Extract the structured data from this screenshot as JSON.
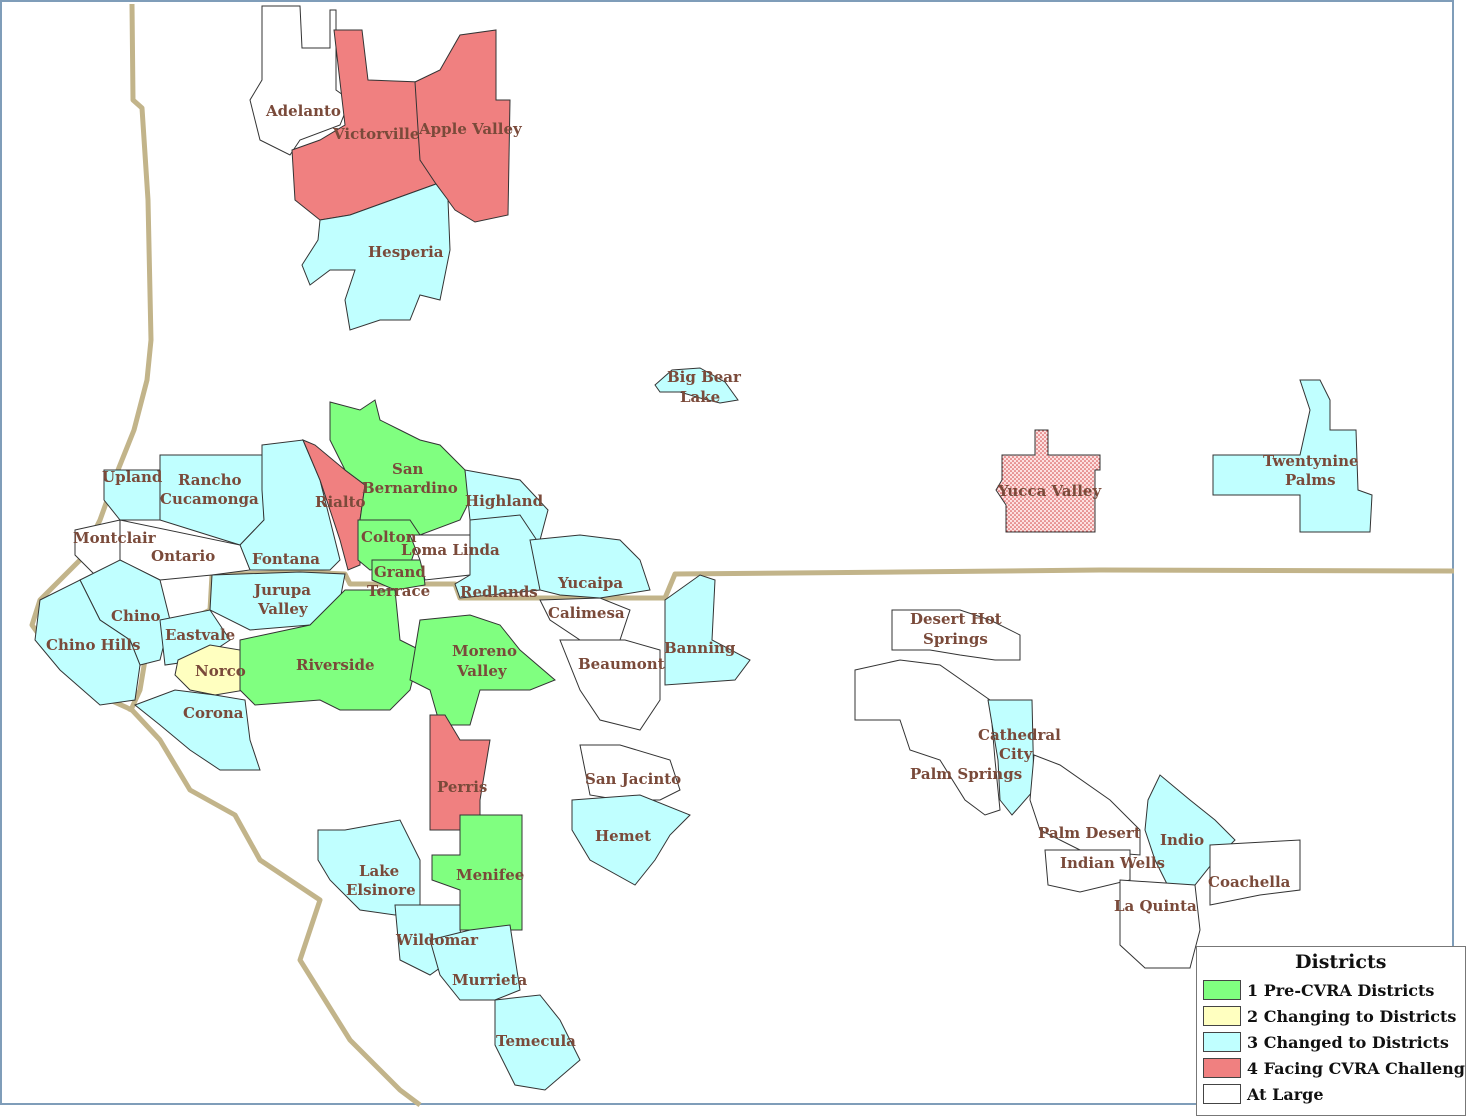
{
  "colors": {
    "pre_cvra": "#80ff80",
    "changing": "#ffffc0",
    "changed": "#c0ffff",
    "facing": "#f08080",
    "at_large": "#ffffff",
    "county_line": "#c2b48a",
    "label": "#7a4a3a"
  },
  "cities": {
    "adelanto": "Adelanto",
    "victorville": "Victorville",
    "apple_valley": "Apple Valley",
    "hesperia": "Hesperia",
    "big_bear_1": "Big Bear",
    "big_bear_2": "Lake",
    "yucca_valley": "Yucca Valley",
    "twentynine_1": "Twentynine",
    "twentynine_2": "Palms",
    "upland": "Upland",
    "rancho_1": "Rancho",
    "rancho_2": "Cucamonga",
    "rialto": "Rialto",
    "sb_1": "San",
    "sb_2": "Bernardino",
    "highland": "Highland",
    "montclair": "Montclair",
    "ontario": "Ontario",
    "fontana": "Fontana",
    "colton": "Colton",
    "loma_linda": "Loma Linda",
    "grand_1": "Grand",
    "grand_2": "Terrace",
    "yucaipa": "Yucaipa",
    "redlands": "Redlands",
    "chino": "Chino",
    "jurupa_1": "Jurupa",
    "jurupa_2": "Valley",
    "calimesa": "Calimesa",
    "chino_hills": "Chino Hills",
    "eastvale": "Eastvale",
    "norco": "Norco",
    "riverside": "Riverside",
    "moreno_1": "Moreno",
    "moreno_2": "Valley",
    "beaumont": "Beaumont",
    "banning": "Banning",
    "corona": "Corona",
    "perris": "Perris",
    "san_jacinto": "San Jacinto",
    "hemet": "Hemet",
    "lake_elsinore_1": "Lake",
    "lake_elsinore_2": "Elsinore",
    "menifee": "Menifee",
    "wildomar": "Wildomar",
    "murrieta": "Murrieta",
    "temecula": "Temecula",
    "dhs_1": "Desert Hot",
    "dhs_2": "Springs",
    "cathedral_1": "Cathedral",
    "cathedral_2": "City",
    "palm_springs": "Palm Springs",
    "palm_desert": "Palm Desert",
    "indio": "Indio",
    "indian_wells": "Indian Wells",
    "coachella": "Coachella",
    "la_quinta": "La Quinta"
  },
  "legend": {
    "title": "Districts",
    "items": [
      {
        "label": "1 Pre-CVRA Districts",
        "color": "#80ff80"
      },
      {
        "label": "2 Changing to Districts",
        "color": "#ffffc0"
      },
      {
        "label": "3 Changed to Districts",
        "color": "#c0ffff"
      },
      {
        "label": "4 Facing CVRA Challeng",
        "color": "#f08080"
      },
      {
        "label": "At Large",
        "color": "#ffffff"
      }
    ]
  }
}
